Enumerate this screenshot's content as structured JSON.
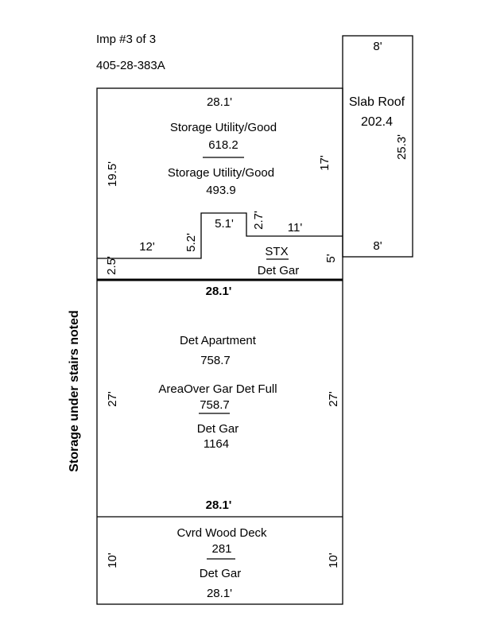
{
  "header": {
    "improvement": "Imp #3 of 3",
    "parcel": "405-28-383A"
  },
  "side_note": "Storage under stairs noted",
  "slab_roof": {
    "label": "Slab Roof",
    "area": "202.4",
    "top": "8'",
    "bottom": "8'",
    "side": "25.3'"
  },
  "upper": {
    "top_dim": "28.1'",
    "left_dim": "19.5'",
    "right_dim": "17'",
    "area1_label": "Storage Utility/Good",
    "area1_value": "618.2",
    "area2_label": "Storage Utility/Good",
    "area2_value": "493.9",
    "step_dims": {
      "a": "12'",
      "b": "5.2'",
      "c": "5.1'",
      "d": "2.7'",
      "e": "11'",
      "f": "2.5'",
      "g": "5'"
    },
    "stx_label": "STX",
    "stx_sub": "Det Gar"
  },
  "middle": {
    "top_dim": "28.1'",
    "bottom_dim": "28.1'",
    "left_dim": "27'",
    "right_dim": "27'",
    "l1": "Det Apartment",
    "v1": "758.7",
    "l2": "AreaOver Gar Det Full",
    "v2": "758.7",
    "l3": "Det Gar",
    "v3": "1164"
  },
  "lower": {
    "label": "Cvrd Wood Deck",
    "value": "281",
    "sub": "Det Gar",
    "bottom_dim": "28.1'",
    "left_dim": "10'",
    "right_dim": "10'"
  }
}
